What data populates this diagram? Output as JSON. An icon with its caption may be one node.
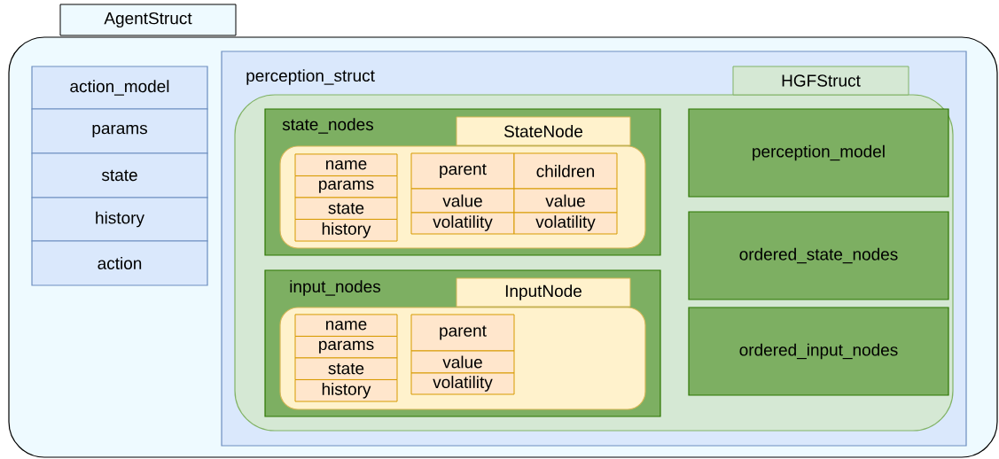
{
  "diagram": {
    "nodes": [
      {
        "text": [
          "AgentStruct"
        ]
      },
      {
        "text": [
          "action_model"
        ],
        "in": 0
      },
      {
        "text": [
          "params"
        ],
        "in": 0
      },
      {
        "text": [
          "state"
        ],
        "in": 0
      },
      {
        "text": [
          "history"
        ],
        "in": 0
      },
      {
        "text": [
          "action"
        ],
        "in": 0
      },
      {
        "text": [
          "perception_struct"
        ],
        "in": 0
      },
      {
        "text": [
          "HGFStruct"
        ],
        "in": 6
      },
      {
        "text": [
          "state_nodes"
        ],
        "in": 7
      },
      {
        "text": [
          "StateNode"
        ],
        "in": 8
      },
      {
        "text": [
          "name"
        ],
        "in": 9
      },
      {
        "text": [
          "params"
        ],
        "in": 9
      },
      {
        "text": [
          "state"
        ],
        "in": 9
      },
      {
        "text": [
          "history"
        ],
        "in": 9
      },
      {
        "text": [
          "parent"
        ],
        "in": 9
      },
      {
        "text": [
          "children"
        ],
        "in": 9
      },
      {
        "text": [
          "value"
        ],
        "in": 9
      },
      {
        "text": [
          "value"
        ],
        "in": 9
      },
      {
        "text": [
          "volatility"
        ],
        "in": 9
      },
      {
        "text": [
          "volatility"
        ],
        "in": 9
      },
      {
        "text": [
          "input_nodes"
        ],
        "in": 7
      },
      {
        "text": [
          "InputNode"
        ],
        "in": 20
      },
      {
        "text": [
          "name"
        ],
        "in": 21
      },
      {
        "text": [
          "params"
        ],
        "in": 21
      },
      {
        "text": [
          "state"
        ],
        "in": 21
      },
      {
        "text": [
          "history"
        ],
        "in": 21
      },
      {
        "text": [
          "parent"
        ],
        "in": 21
      },
      {
        "text": [
          "value"
        ],
        "in": 21
      },
      {
        "text": [
          "volatility"
        ],
        "in": 21
      },
      {
        "text": [
          "perception_model"
        ],
        "in": 7
      },
      {
        "text": [
          "ordered_state_nodes"
        ],
        "in": 7
      },
      {
        "text": [
          "ordered_input_nodes"
        ],
        "in": 7
      }
    ]
  }
}
